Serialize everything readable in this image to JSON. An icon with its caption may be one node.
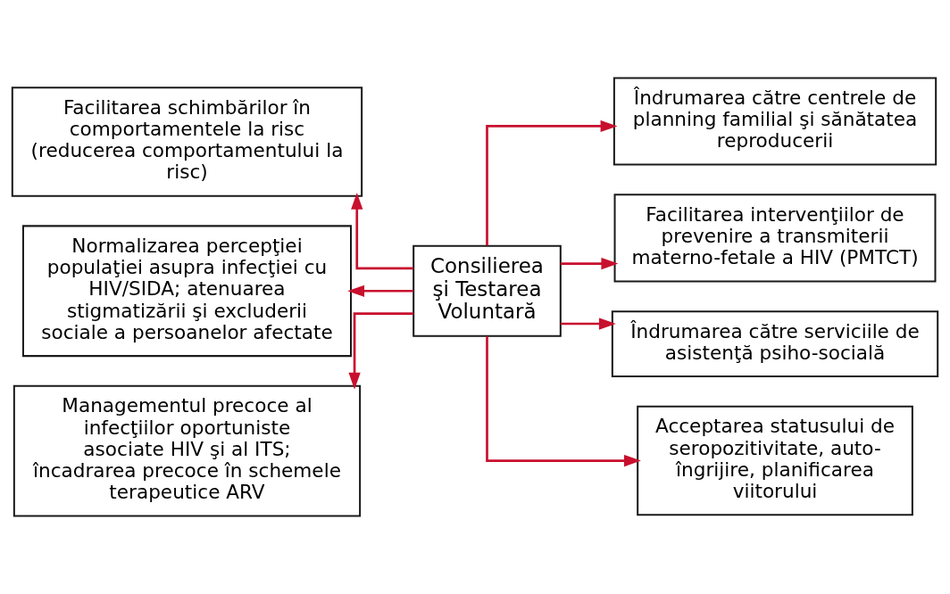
{
  "diagram": {
    "nodes": [
      {
        "text": [
          "Facilitarea schimbărilor în comportamentele la risc (reducerea comportamentului la risc)"
        ]
      },
      {
        "text": [
          "Normalizarea percepţiei populaţiei asupra infecţiei cu HIV/SIDA; atenuarea stigmatizării şi excluderii sociale a persoanelor afectate"
        ]
      },
      {
        "text": [
          "Managementul precoce al infecţiilor oportuniste asociate HIV şi al ITS; încadrarea precoce în schemele terapeutice ARV"
        ]
      },
      {
        "text": [
          "Consilierea şi Testarea Voluntară"
        ]
      },
      {
        "text": [
          "Îndrumarea către centrele de planning familial şi sănătatea reproducerii"
        ]
      },
      {
        "text": [
          "Facilitarea intervenţiilor de prevenire a transmiterii materno-fetale a HIV (PMTCT)"
        ]
      },
      {
        "text": [
          "Îndrumarea către serviciile de asistenţă psiho-socială"
        ]
      },
      {
        "text": [
          "Acceptarea statusului de seropozitivitate, auto-îngrijire, planificarea viitorului"
        ]
      }
    ],
    "edges": [
      {
        "from": 3,
        "to": 0,
        "arrow": "to"
      },
      {
        "from": 3,
        "to": 1,
        "arrow": "to"
      },
      {
        "from": 3,
        "to": 2,
        "arrow": "to"
      },
      {
        "from": 3,
        "to": 4,
        "arrow": "to"
      },
      {
        "from": 3,
        "to": 5,
        "arrow": "to"
      },
      {
        "from": 3,
        "to": 6,
        "arrow": "to"
      },
      {
        "from": 3,
        "to": 7,
        "arrow": "to"
      }
    ]
  }
}
